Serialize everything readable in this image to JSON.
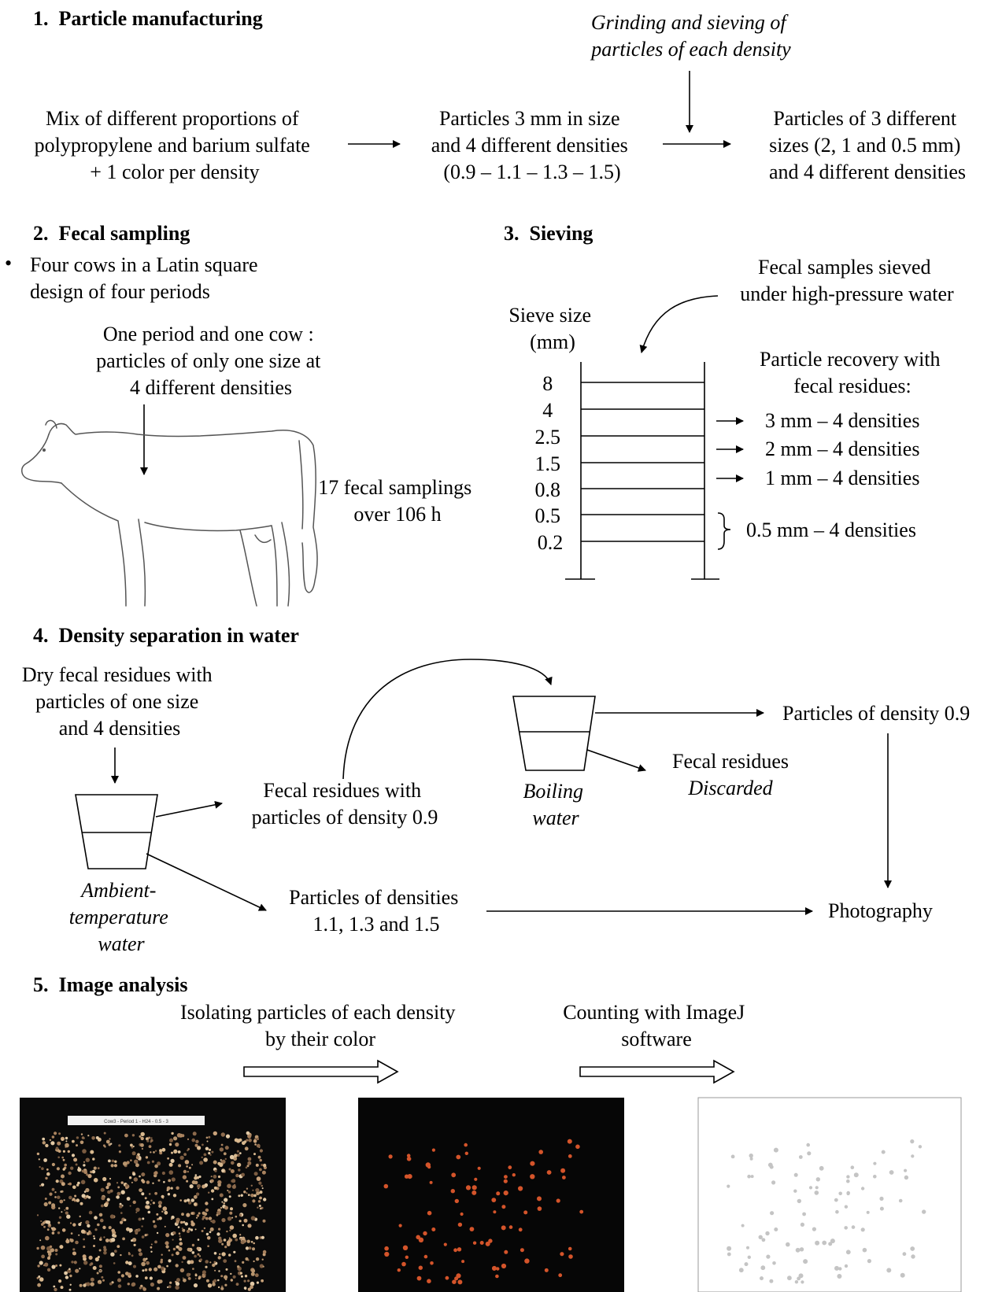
{
  "sections": {
    "s1": "1. Particle manufacturing",
    "s2": "2. Fecal sampling",
    "s3": "3. Sieving",
    "s4": "4. Density separation in water",
    "s5": "5. Image analysis"
  },
  "manufacturing": {
    "grinding": [
      "Grinding and sieving of",
      "particles of each density"
    ],
    "mix": [
      "Mix of different proportions of",
      "polypropylene and barium sulfate",
      "+ 1 color per density"
    ],
    "particles3mm": [
      "Particles 3 mm in size",
      "and 4 different densities",
      "(0.9 – 1.1 – 1.3 – 1.5)"
    ],
    "particles3sizes": [
      "Particles of 3 different",
      "sizes (2, 1 and 0.5 mm)",
      "and 4 different densities"
    ]
  },
  "sampling": {
    "bullet": "•",
    "design": [
      "Four cows in a Latin square",
      "design of four periods"
    ],
    "period": [
      "One period and one cow :",
      "particles of only one size at",
      "4 different densities"
    ],
    "samplings": [
      "17 fecal samplings",
      "over 106 h"
    ]
  },
  "sieving": {
    "sieved": [
      "Fecal samples sieved",
      "under high-pressure water"
    ],
    "sieve_size": [
      "Sieve size",
      "(mm)"
    ],
    "sizes": [
      "8",
      "4",
      "2.5",
      "1.5",
      "0.8",
      "0.5",
      "0.2"
    ],
    "recovery": [
      "Particle recovery with",
      "fecal residues:"
    ],
    "outputs": [
      "3 mm – 4 densities",
      "2 mm – 4 densities",
      "1 mm – 4 densities",
      "0.5 mm – 4 densities"
    ]
  },
  "density": {
    "dry": [
      "Dry fecal residues with",
      "particles of one size",
      "and 4 densities"
    ],
    "ambient": [
      "Ambient-",
      "temperature",
      "water"
    ],
    "residues09": [
      "Fecal residues with",
      "particles of density 0.9"
    ],
    "densities": [
      "Particles of densities",
      "1.1, 1.3 and 1.5"
    ],
    "boiling": [
      "Boiling",
      "water"
    ],
    "density09": "Particles of density 0.9",
    "fecal_residues": "Fecal residues",
    "discarded": "Discarded",
    "photography": "Photography"
  },
  "image_analysis": {
    "isolating": [
      "Isolating particles of each density",
      "by their color"
    ],
    "counting": [
      "Counting with ImageJ",
      "software"
    ],
    "photo_label": "Cow3 - Period 1 - H24 - 0.5 - 3"
  }
}
